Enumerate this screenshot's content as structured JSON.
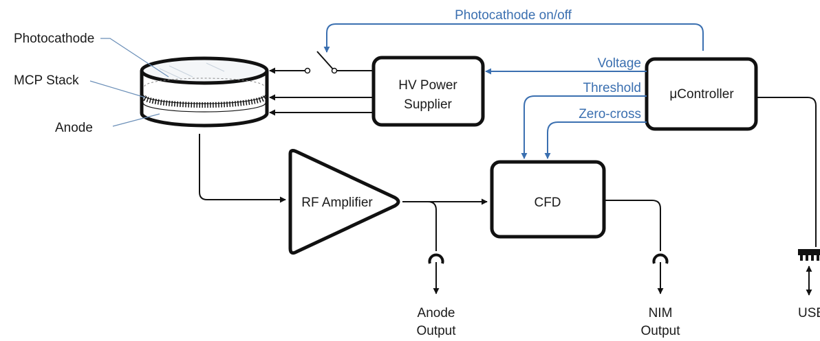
{
  "labels": {
    "photocathode": "Photocathode",
    "mcp_stack": "MCP Stack",
    "anode": "Anode",
    "hv_line1": "HV Power",
    "hv_line2": "Supplier",
    "ucontroller": "μController",
    "rf_amplifier": "RF Amplifier",
    "cfd": "CFD",
    "photocathode_onoff": "Photocathode on/off",
    "voltage": "Voltage",
    "threshold": "Threshold",
    "zero_cross": "Zero-cross",
    "anode_output_line1": "Anode",
    "anode_output_line2": "Output",
    "nim_output_line1": "NIM",
    "nim_output_line2": "Output",
    "usb": "USB"
  },
  "colors": {
    "control_signal": "#3a6fb0",
    "signal": "#111111",
    "leader": "#6b8fb8"
  }
}
